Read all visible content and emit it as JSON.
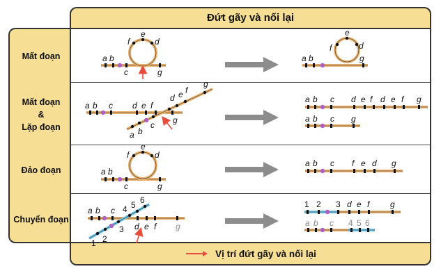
{
  "title": "Đứt gãy và nối lại",
  "rows": [
    {
      "label_lines": [
        "Mất đoạn"
      ]
    },
    {
      "label_lines": [
        "Mất đoạn",
        "&",
        "Lặp đoạn"
      ]
    },
    {
      "label_lines": [
        "Đảo đoạn"
      ]
    },
    {
      "label_lines": [
        "Chuyển đoạn"
      ]
    }
  ],
  "legend": "Vị trí đứt gãy và nối lại",
  "colors": {
    "chromatid": "#e8b06a",
    "blue_chromatid": "#6cc4e6",
    "centromere": "#b05fc4",
    "arrow": "#e74c3c",
    "process_arrow": "#8c8c8c",
    "header": "#f6df95"
  }
}
